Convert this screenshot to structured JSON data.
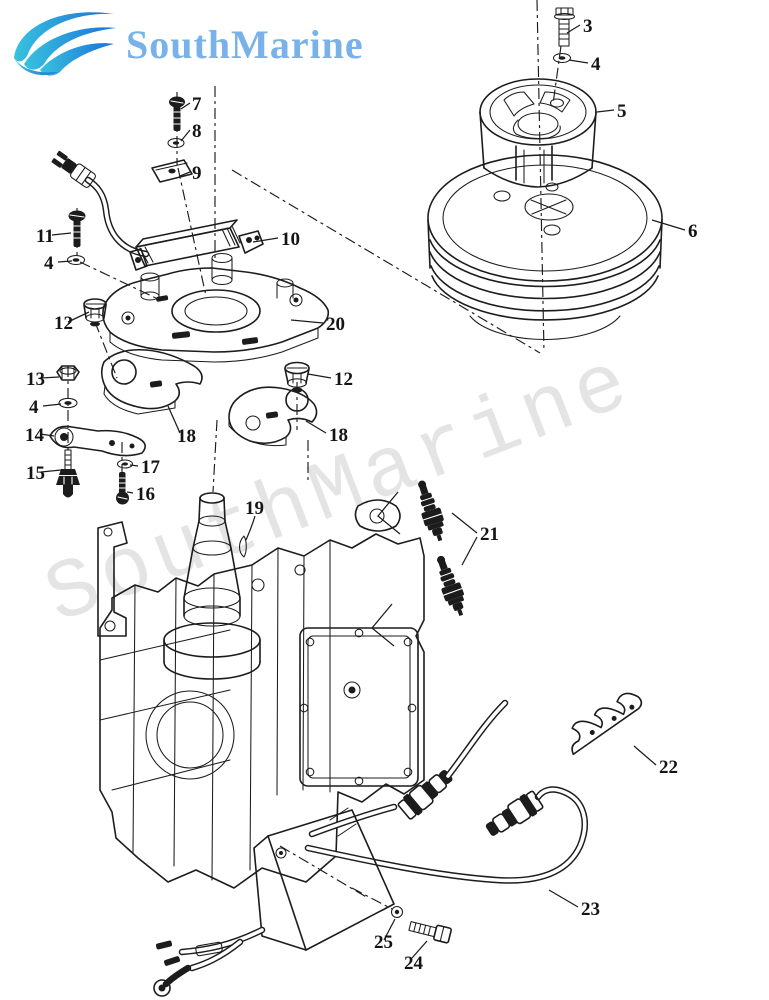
{
  "logo": {
    "brand": "SouthMarine",
    "wave_color_start": "#38c2de",
    "wave_color_end": "#1a6fd8",
    "text_color": "#79b2e8"
  },
  "watermark": {
    "text": "SouthMarine",
    "color": "#cbcbcb"
  },
  "diagram": {
    "type": "exploded-parts-diagram",
    "line_color": "#1c1c1c",
    "background": "#ffffff",
    "callouts": {
      "c3": "3",
      "c4_top": "4",
      "c5": "5",
      "c6": "6",
      "c7": "7",
      "c8": "8",
      "c9": "9",
      "c10": "10",
      "c11": "11",
      "c4_left": "4",
      "c12_left": "12",
      "c20": "20",
      "c12_right": "12",
      "c13": "13",
      "c4_mid": "4",
      "c14": "14",
      "c15": "15",
      "c17": "17",
      "c16": "16",
      "c18_left": "18",
      "c18_right": "18",
      "c19": "19",
      "c21": "21",
      "c22": "22",
      "c23": "23",
      "c24": "24",
      "c25": "25"
    }
  }
}
